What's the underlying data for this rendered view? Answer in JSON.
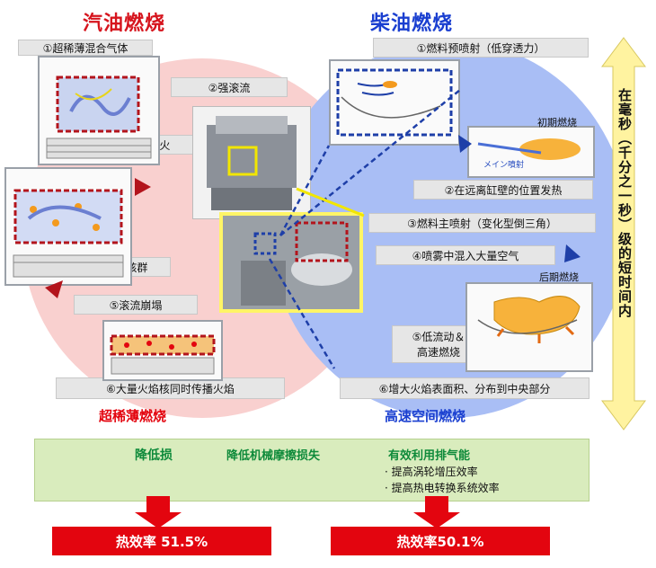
{
  "titles": {
    "gasoline": "汽油燃烧",
    "diesel": "柴油燃烧"
  },
  "gasoline_labels": {
    "g1": "①超稀薄混合气体",
    "g2": "②强滚流",
    "g3": "③超级点火",
    "g4": "④生成并积累火焰核群",
    "g5": "⑤滚流崩塌",
    "g6": "⑥大量火焰核同时传播火焰"
  },
  "diesel_labels": {
    "d1": "①燃料预喷射（低穿透力）",
    "d2": "②在远离缸壁的位置发热",
    "d3": "③燃料主喷射（变化型倒三角）",
    "d4": "④喷雾中混入大量空气",
    "d5a": "⑤低流动＆",
    "d5b": "高速燃烧",
    "d6": "⑥增大火焰表面积、分布到中央部分"
  },
  "phase_labels": {
    "early": "初期燃烧",
    "late": "后期燃烧",
    "main_injection": "メイン噴射"
  },
  "vertical_note": "在毫秒（千分之一秒）级的短时间内",
  "subtitles": {
    "gasoline": "超稀薄燃烧",
    "diesel": "高速空间燃烧"
  },
  "benefits": {
    "b1": "降低损",
    "b2": "降低机械摩擦损失",
    "b3": "有效利用排气能",
    "b3_item1": "· 提高涡轮增压效率",
    "b3_item2": "· 提高热电转换系统效率"
  },
  "efficiency": {
    "gasoline": "热效率 51.5%",
    "diesel": "热效率50.1%"
  },
  "colors": {
    "red": "#e3050f",
    "dark_red": "#b3141c",
    "blue": "#1e3fa8",
    "pink_bg": "#f9d0cf",
    "blue_bg": "#a9bef5",
    "green": "#d9ecbd",
    "arrow_yellow": "#fff3a0"
  }
}
